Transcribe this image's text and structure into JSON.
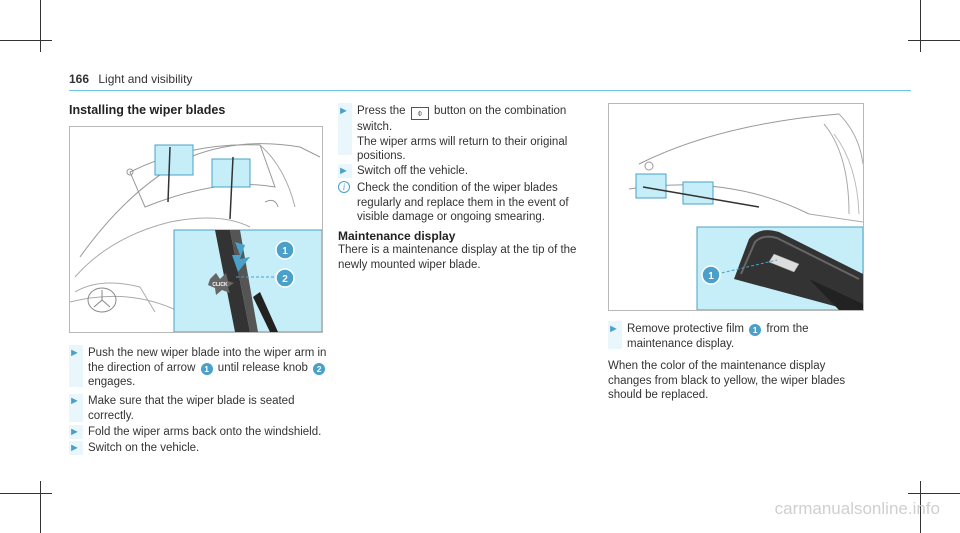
{
  "header": {
    "page_number": "166",
    "section": "Light and visibility"
  },
  "left": {
    "title": "Installing the wiper blades",
    "figure": {
      "callout_1": "1",
      "callout_2": "2",
      "click_label": "CLICK"
    },
    "steps": [
      {
        "pre": "Push the new wiper blade into the wiper arm in the direction of arrow",
        "badge1": "1",
        "mid": "until release knob",
        "badge2": "2",
        "post": "engages."
      },
      {
        "text": "Make sure that the wiper blade is seated correctly."
      },
      {
        "text": "Fold the wiper arms back onto the windshield."
      },
      {
        "text": "Switch on the vehicle."
      }
    ]
  },
  "middle": {
    "steps": [
      {
        "pre": "Press the",
        "button_symbol": "⌽",
        "post": "button on the combination switch.",
        "line2": "The wiper arms will return to their original positions."
      },
      {
        "text": "Switch off the vehicle."
      }
    ],
    "info": "Check the condition of the wiper blades regularly and replace them in the event of visible damage or ongoing smearing.",
    "maintenance_title": "Maintenance display",
    "maintenance_text": "There is a maintenance display at the tip of the newly mounted wiper blade."
  },
  "right": {
    "figure": {
      "callout_1": "1"
    },
    "step": {
      "pre": "Remove protective film",
      "badge": "1",
      "post": "from the maintenance display."
    },
    "para": "When the color of the maintenance display changes from black to yellow, the wiper blades should be replaced."
  },
  "watermark": "carmanualsonline.info",
  "colors": {
    "accent": "#4aa0c8",
    "highlight": "#c5eef8",
    "rule": "#6cc7e3"
  }
}
